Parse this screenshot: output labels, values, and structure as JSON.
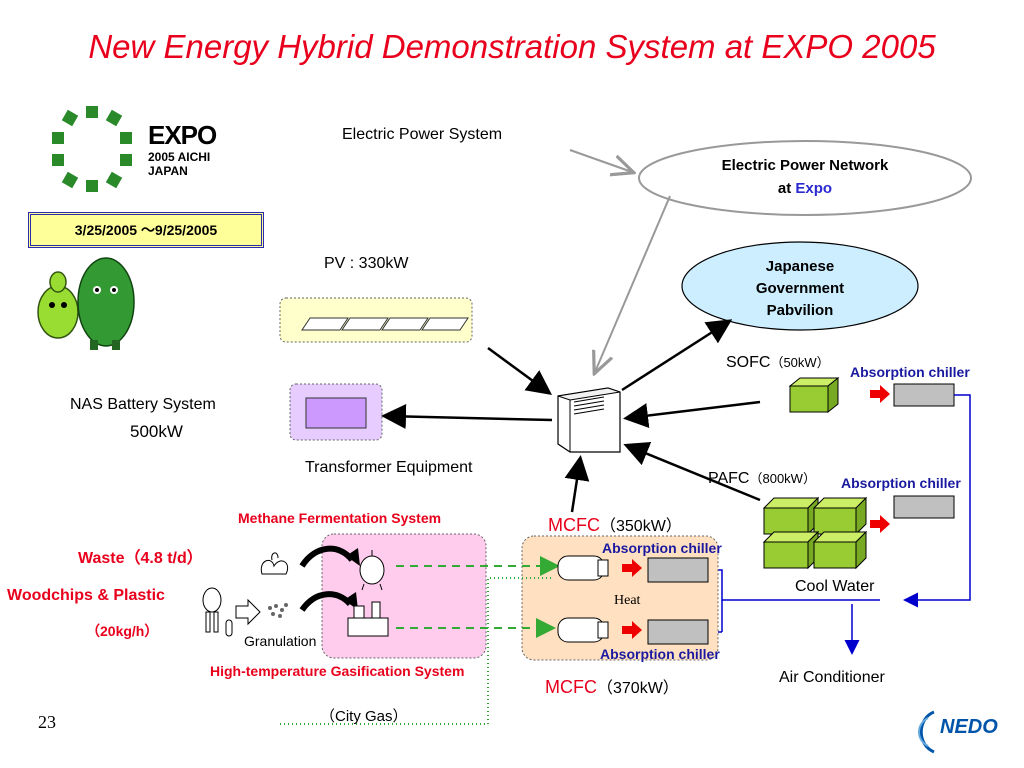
{
  "title": "New Energy Hybrid Demonstration System at EXPO 2005",
  "expo_logo": {
    "line1": "EXPO",
    "line2": "2005 AICHI",
    "line3": "JAPAN"
  },
  "date_range": "3/25/2005 ～9/25/2005",
  "labels": {
    "electric_power_system": "Electric Power System",
    "network_line1": "Electric Power Network",
    "network_at": "at",
    "network_expo": "Expo",
    "pavilion_line1": "Japanese",
    "pavilion_line2": "Government",
    "pavilion_line3": "Pabvilion",
    "pv": "PV : 330kW",
    "nas_line1": "NAS Battery System",
    "nas_line2": "500kW",
    "transformer": "Transformer Equipment",
    "sofc": "SOFC",
    "sofc_power": "（50kW）",
    "pafc": "PAFC",
    "pafc_power": "（800kW）",
    "absorption_chiller": "Absorption chiller",
    "methane": "Methane Fermentation System",
    "mcfc": "MCFC",
    "mcfc1_power": "（350kW）",
    "mcfc2_power": "（370kW）",
    "waste": "Waste（4.8 t/d）",
    "woodchips": "Woodchips & Plastic",
    "woodchips_rate": "（20kg/h）",
    "granulation": "Granulation",
    "gasification": "High-temperature Gasification System",
    "heat": "Heat",
    "cool_water": "Cool Water",
    "air_conditioner": "Air Conditioner",
    "city_gas": "（City Gas）",
    "page_number": "23",
    "nedo": "NEDO"
  },
  "colors": {
    "title_red": "#e8001c",
    "navy_text": "#1a1aa0",
    "pv_panel_bg": "#ffffcc",
    "battery_bg": "#e6ccff",
    "pavilion_bg": "#cceeff",
    "fuel_cell_green": "#99cc33",
    "methane_bg": "#ffccee",
    "mcfc_bg": "#ffe0c0",
    "gas_green": "#33aa33",
    "nedo_blue": "#0055aa"
  }
}
